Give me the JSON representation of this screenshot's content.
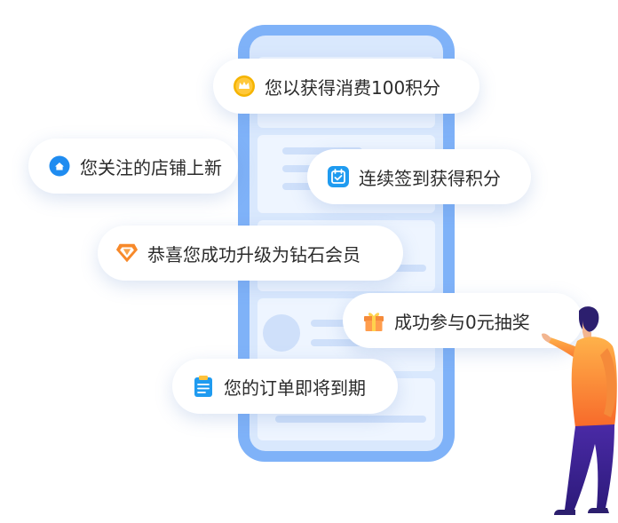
{
  "notifications": [
    {
      "text": "您以获得消费100积分",
      "icon": "crown-coin-icon"
    },
    {
      "text": "您关注的店铺上新",
      "icon": "home-icon"
    },
    {
      "text": "连续签到获得积分",
      "icon": "calendar-check-icon"
    },
    {
      "text": "恭喜您成功升级为钻石会员",
      "icon": "diamond-icon"
    },
    {
      "text": "成功参与0元抽奖",
      "icon": "gift-icon"
    },
    {
      "text": "您的订单即将到期",
      "icon": "clipboard-icon"
    }
  ],
  "colors": {
    "phone_frame": "#7fb2f8",
    "phone_screen": "#d9e8fd",
    "gold": "#f5b400",
    "blue": "#1f8cf0",
    "orange": "#f7892a",
    "shirt": "#f78b3d",
    "pants": "#3a1f8f"
  }
}
